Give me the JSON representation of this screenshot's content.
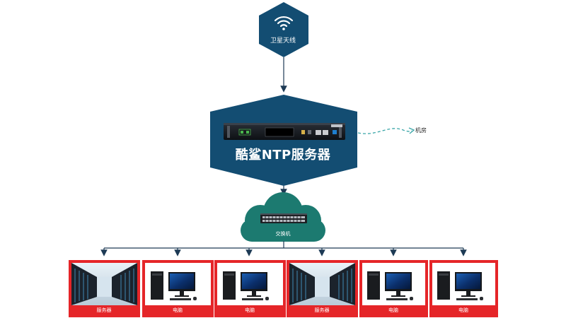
{
  "antenna": {
    "label": "卫星天线",
    "icon": "wifi-icon"
  },
  "ntp_server": {
    "label": "酷鲨NTP服务器",
    "device_image": "ntp-server-rack-unit"
  },
  "server_room": {
    "label": "机房"
  },
  "switch": {
    "label": "交换机",
    "device_image": "network-switch"
  },
  "devices": [
    {
      "label": "服务器",
      "kind": "server-rack"
    },
    {
      "label": "电脑",
      "kind": "computer"
    },
    {
      "label": "电脑",
      "kind": "computer"
    },
    {
      "label": "服务器",
      "kind": "server-rack"
    },
    {
      "label": "电脑",
      "kind": "computer"
    },
    {
      "label": "电脑",
      "kind": "computer"
    }
  ],
  "colors": {
    "hexagon": "#134d72",
    "cloud": "#1c7a70",
    "device_frame": "#e52528",
    "connector": "#1d3a55",
    "dashed_link": "#3aa6a8"
  }
}
